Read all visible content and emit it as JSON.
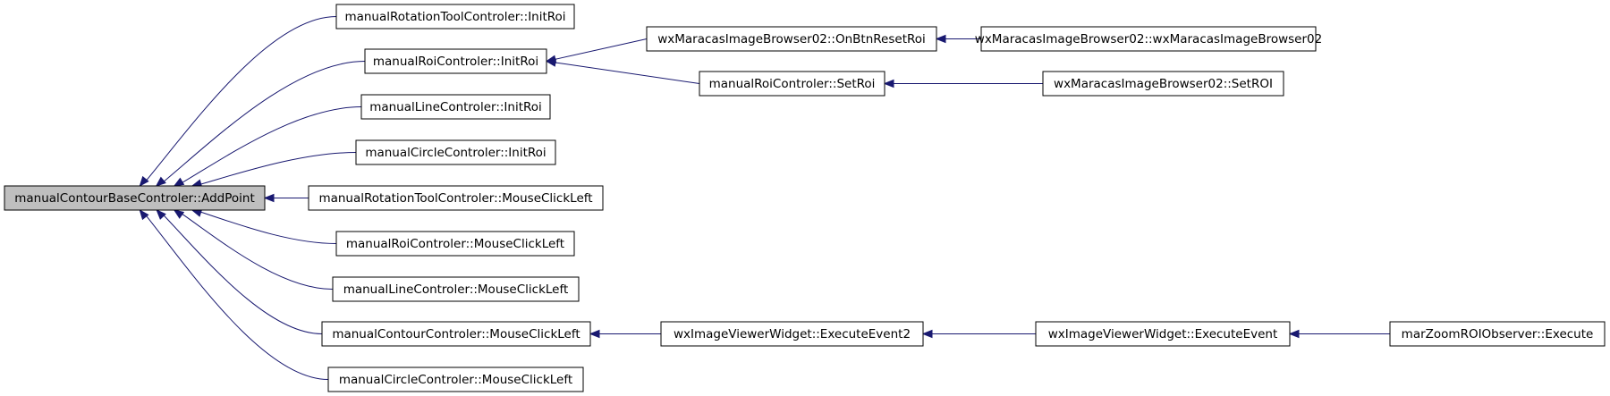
{
  "diagram": {
    "type": "call-graph",
    "nodes": [
      {
        "id": "n0",
        "label": "manualContourBaseControler::AddPoint",
        "highlighted": true
      },
      {
        "id": "n1",
        "label": "manualRotationToolControler::InitRoi"
      },
      {
        "id": "n2",
        "label": "manualRoiControler::InitRoi"
      },
      {
        "id": "n3",
        "label": "manualLineControler::InitRoi"
      },
      {
        "id": "n4",
        "label": "manualCircleControler::InitRoi"
      },
      {
        "id": "n5",
        "label": "manualRotationToolControler::MouseClickLeft"
      },
      {
        "id": "n6",
        "label": "manualRoiControler::MouseClickLeft"
      },
      {
        "id": "n7",
        "label": "manualLineControler::MouseClickLeft"
      },
      {
        "id": "n8",
        "label": "manualContourControler::MouseClickLeft"
      },
      {
        "id": "n9",
        "label": "manualCircleControler::MouseClickLeft"
      },
      {
        "id": "n10",
        "label": "wxMaracasImageBrowser02::OnBtnResetRoi"
      },
      {
        "id": "n11",
        "label": "manualRoiControler::SetRoi"
      },
      {
        "id": "n12",
        "label": "wxMaracasImageBrowser02::wxMaracasImageBrowser02"
      },
      {
        "id": "n13",
        "label": "wxMaracasImageBrowser02::SetROI"
      },
      {
        "id": "n14",
        "label": "wxImageViewerWidget::ExecuteEvent2"
      },
      {
        "id": "n15",
        "label": "wxImageViewerWidget::ExecuteEvent"
      },
      {
        "id": "n16",
        "label": "marZoomROIObserver::Execute"
      }
    ],
    "edges": [
      {
        "from": "n1",
        "to": "n0"
      },
      {
        "from": "n2",
        "to": "n0"
      },
      {
        "from": "n3",
        "to": "n0"
      },
      {
        "from": "n4",
        "to": "n0"
      },
      {
        "from": "n5",
        "to": "n0"
      },
      {
        "from": "n6",
        "to": "n0"
      },
      {
        "from": "n7",
        "to": "n0"
      },
      {
        "from": "n8",
        "to": "n0"
      },
      {
        "from": "n9",
        "to": "n0"
      },
      {
        "from": "n10",
        "to": "n2"
      },
      {
        "from": "n11",
        "to": "n2"
      },
      {
        "from": "n12",
        "to": "n10"
      },
      {
        "from": "n13",
        "to": "n11"
      },
      {
        "from": "n14",
        "to": "n8"
      },
      {
        "from": "n15",
        "to": "n14"
      },
      {
        "from": "n16",
        "to": "n15"
      }
    ],
    "colors": {
      "edge": "#191970",
      "node_border": "#000000",
      "node_fill": "#ffffff",
      "highlight_fill": "#bfbfbf"
    }
  }
}
